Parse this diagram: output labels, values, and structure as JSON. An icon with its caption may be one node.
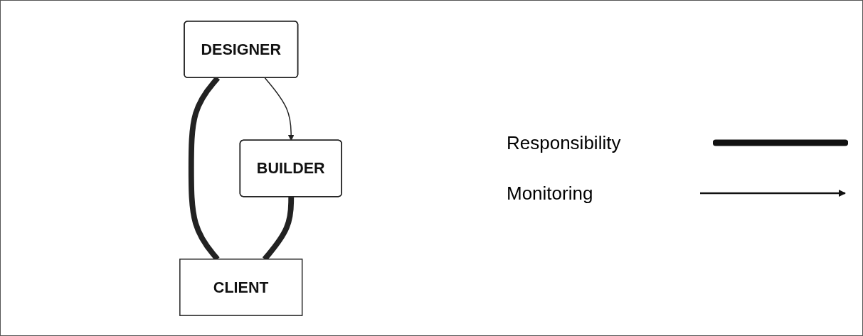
{
  "diagram": {
    "nodes": [
      {
        "text": [
          "CLIENT"
        ]
      },
      {
        "text": [
          "DESIGNER"
        ]
      },
      {
        "text": [
          "BUILDER"
        ]
      }
    ],
    "edges": [
      {
        "from": 1,
        "to": 0,
        "arrow": "none"
      },
      {
        "from": 2,
        "to": 0,
        "arrow": "none"
      },
      {
        "from": 1,
        "to": 2,
        "arrow": "to"
      }
    ],
    "legend": [
      {
        "text": "Responsibility"
      },
      {
        "text": "Monitoring"
      }
    ]
  }
}
